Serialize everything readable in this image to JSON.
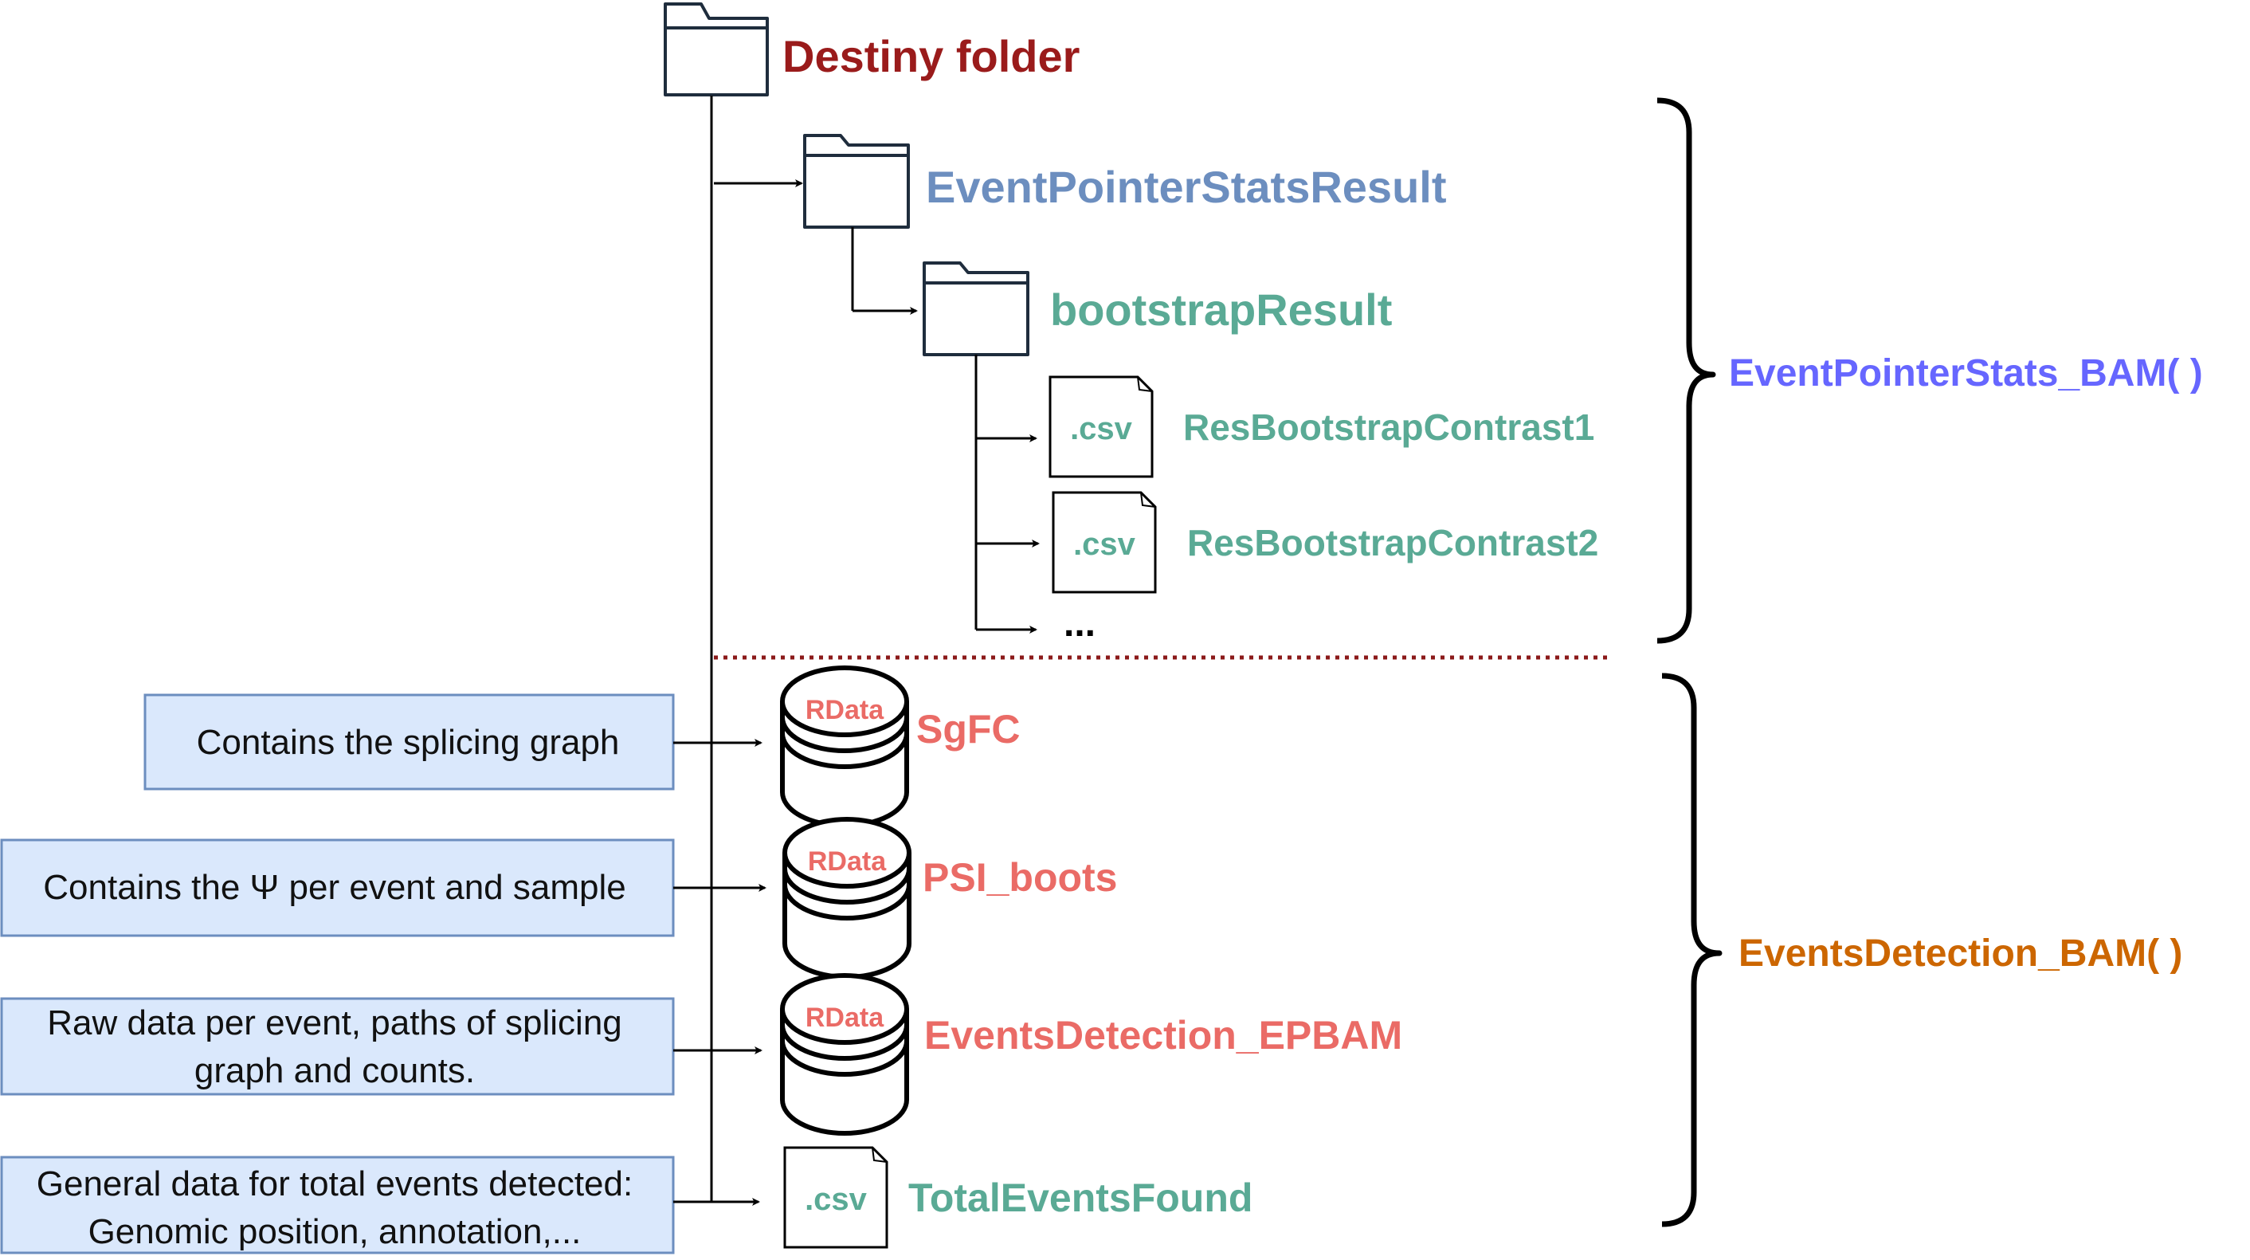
{
  "colors": {
    "destiny": "#9a1b1b",
    "stats_folder": "#6c8ebf",
    "teal": "#5aaa95",
    "rdata": "#ea6b66",
    "events_bam": "#cc6600",
    "stats_bam": "#6666ff",
    "note_fill": "#dae8fc",
    "note_stroke": "#6c8ebf",
    "divider": "#8b1a1a",
    "ink": "#1f2d3d"
  },
  "icons": [
    "folder-icon",
    "csv-file-icon",
    "rdata-database-icon",
    "curly-brace-icon"
  ],
  "folders": {
    "destiny": "Destiny folder",
    "stats_result": "EventPointerStatsResult",
    "bootstrap": "bootstrapResult"
  },
  "csv_files": {
    "ext": ".csv",
    "contrast1": "ResBootstrapContrast1",
    "contrast2": "ResBootstrapContrast2",
    "ellipsis": "...",
    "total_events": "TotalEventsFound"
  },
  "rdata_files": {
    "ext": "RData",
    "sgfc": "SgFC",
    "psi_boots": "PSI_boots",
    "events_detection": "EventsDetection_EPBAM"
  },
  "notes": {
    "sgfc": [
      "Contains the splicing graph"
    ],
    "psi": [
      "Contains the Ψ per event and sample"
    ],
    "raw": [
      "Raw data per event, paths of splicing",
      "graph and counts."
    ],
    "general": [
      "General data for total events detected:",
      "Genomic position, annotation,..."
    ]
  },
  "functions": {
    "stats": "EventPointerStats_BAM( )",
    "detection": "EventsDetection_BAM( )"
  }
}
